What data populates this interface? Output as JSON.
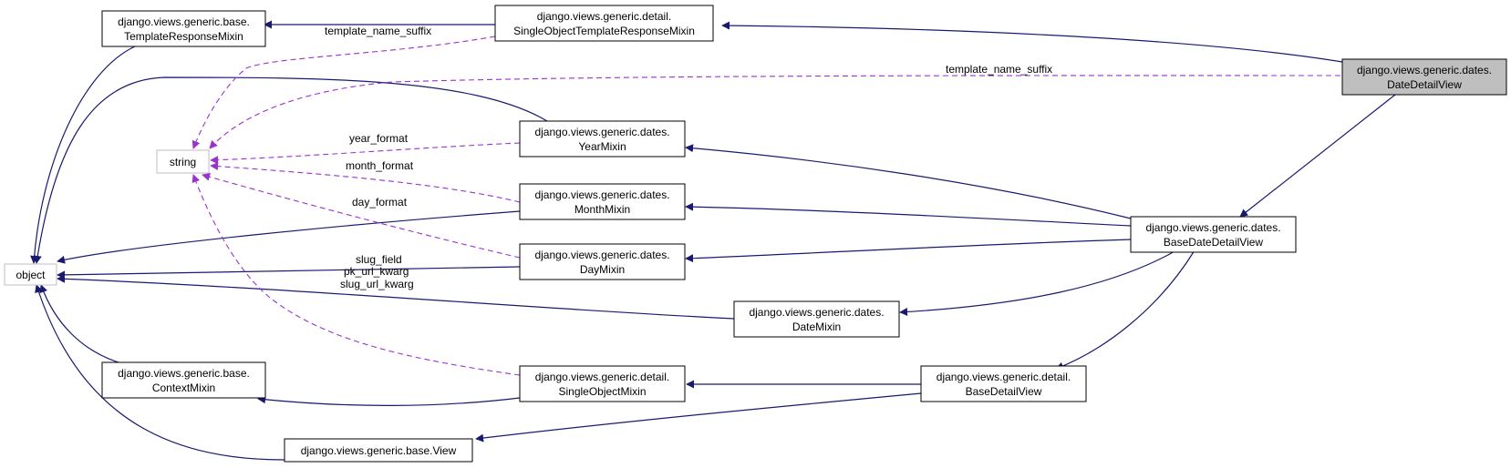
{
  "diagram": {
    "colors": {
      "inheritance_edge": "#191970",
      "usage_edge": "#9a32cd",
      "focus_fill": "#bfbfbf",
      "builtin_border": "#bfbfbf"
    },
    "nodes": {
      "template_response_mixin": {
        "line1": "django.views.generic.base.",
        "line2": "TemplateResponseMixin"
      },
      "single_object_template_response_mixin": {
        "line1": "django.views.generic.detail.",
        "line2": "SingleObjectTemplateResponseMixin"
      },
      "date_detail_view": {
        "line1": "django.views.generic.dates.",
        "line2": "DateDetailView"
      },
      "string": {
        "line1": "string"
      },
      "object": {
        "line1": "object"
      },
      "year_mixin": {
        "line1": "django.views.generic.dates.",
        "line2": "YearMixin"
      },
      "month_mixin": {
        "line1": "django.views.generic.dates.",
        "line2": "MonthMixin"
      },
      "day_mixin": {
        "line1": "django.views.generic.dates.",
        "line2": "DayMixin"
      },
      "base_date_detail_view": {
        "line1": "django.views.generic.dates.",
        "line2": "BaseDateDetailView"
      },
      "date_mixin": {
        "line1": "django.views.generic.dates.",
        "line2": "DateMixin"
      },
      "context_mixin": {
        "line1": "django.views.generic.base.",
        "line2": "ContextMixin"
      },
      "single_object_mixin": {
        "line1": "django.views.generic.detail.",
        "line2": "SingleObjectMixin"
      },
      "base_detail_view": {
        "line1": "django.views.generic.detail.",
        "line2": "BaseDetailView"
      },
      "view": {
        "line1": "django.views.generic.base.View"
      }
    },
    "edge_labels": {
      "template_name_suffix_1": "template_name_suffix",
      "template_name_suffix_2": "template_name_suffix",
      "year_format": "year_format",
      "month_format": "month_format",
      "day_format": "day_format",
      "slug_field": "slug_field",
      "pk_url_kwarg": "pk_url_kwarg",
      "slug_url_kwarg": "slug_url_kwarg"
    }
  }
}
